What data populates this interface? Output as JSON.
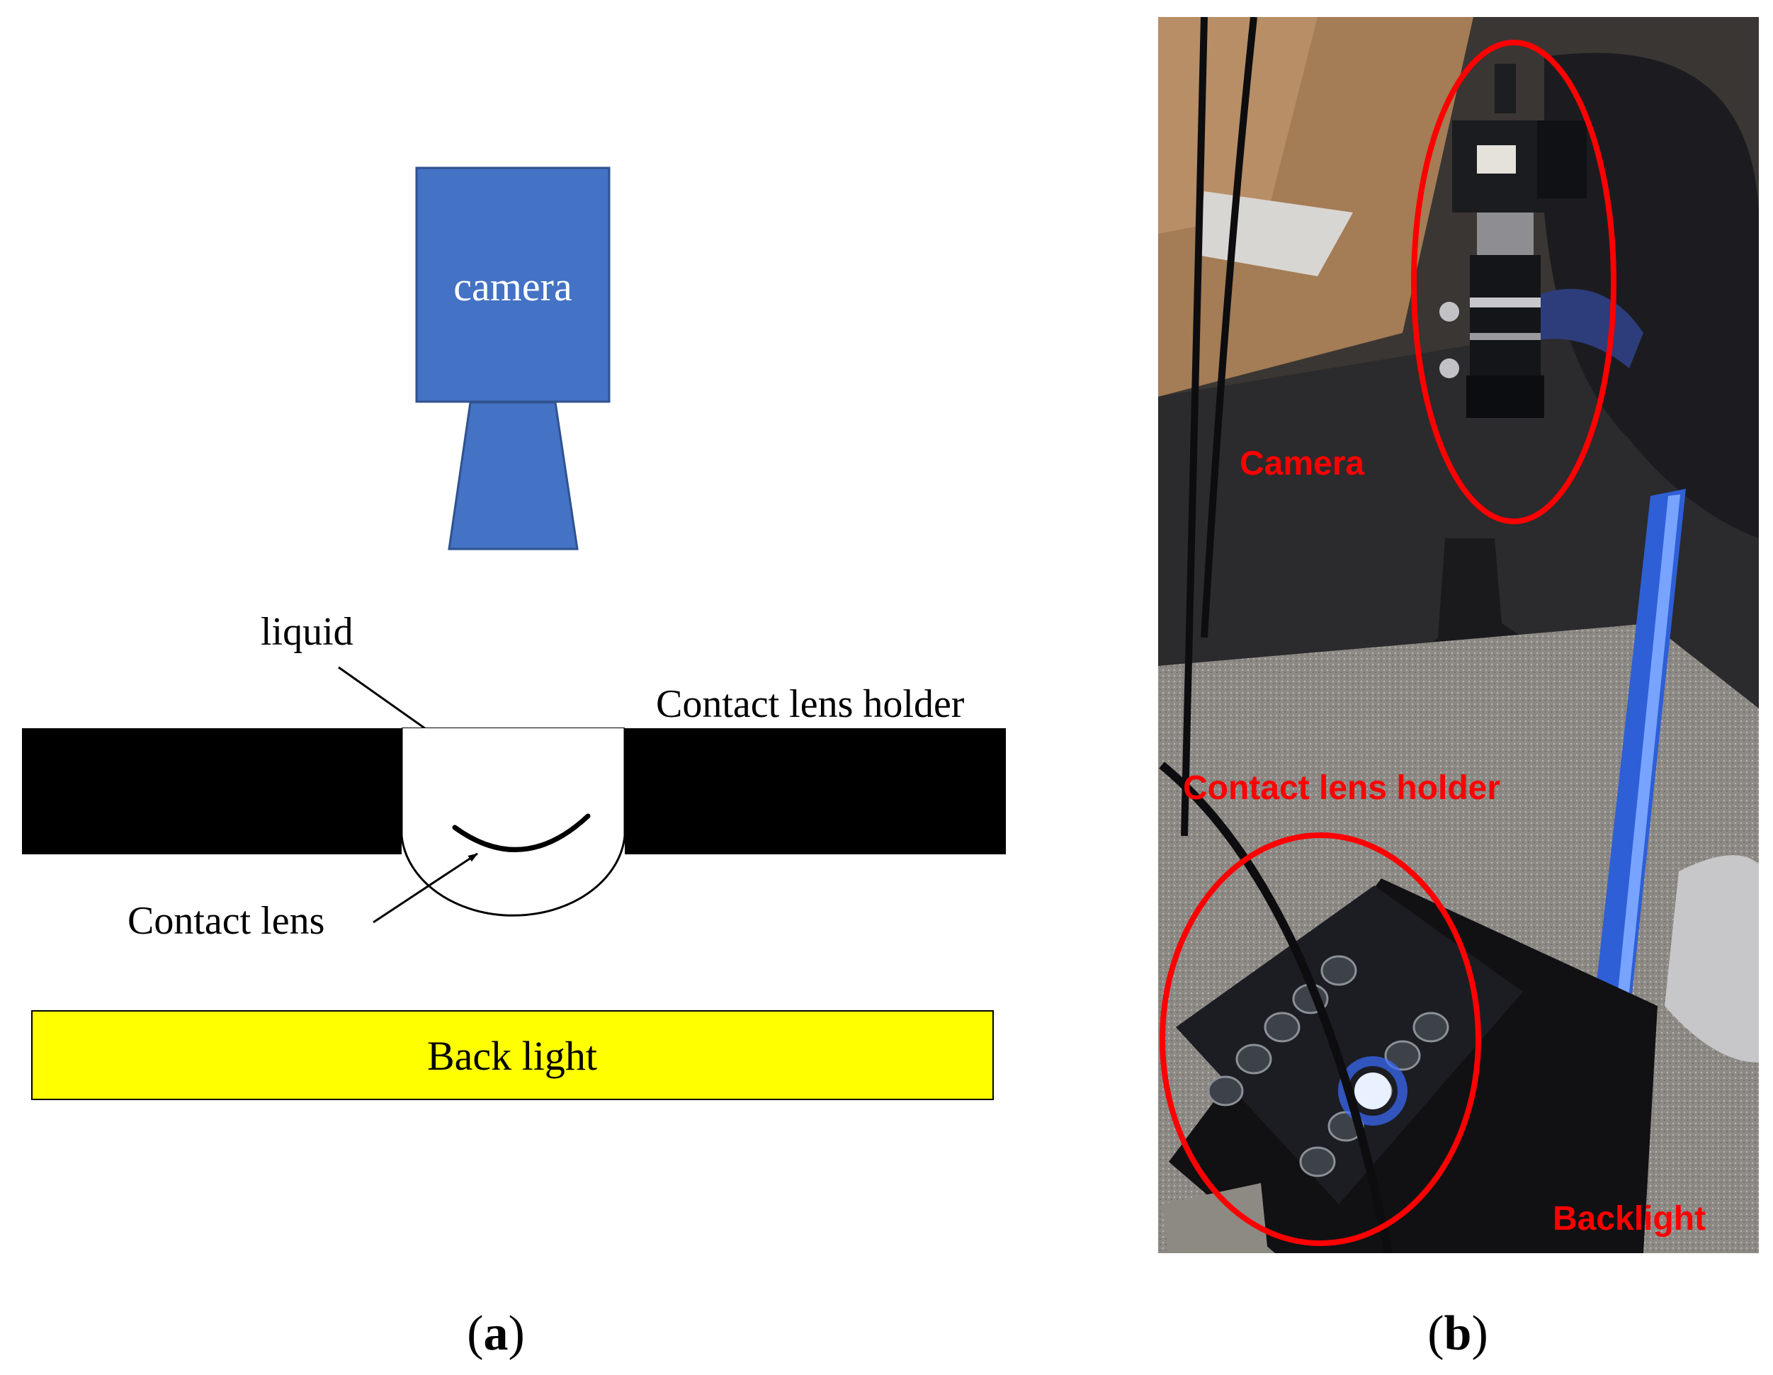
{
  "panel_a": {
    "camera_label": "camera",
    "liquid_label": "liquid",
    "holder_label": "Contact lens holder",
    "lens_label": "Contact lens",
    "backlight_label": "Back light",
    "caption": {
      "open": "(",
      "letter": "a",
      "close": ")"
    }
  },
  "panel_b": {
    "camera_label": "Camera",
    "holder_label": "Contact lens holder",
    "backlight_label": "Backlight",
    "caption": {
      "open": "(",
      "letter": "b",
      "close": ")"
    }
  },
  "colors": {
    "camera_fill": "#4472C4",
    "camera_stroke": "#2F528F",
    "holder_fill": "#000000",
    "backlight_fill": "#FFFF00",
    "annotation_red": "#FF0000",
    "camera_text": "#FFFFFF"
  }
}
